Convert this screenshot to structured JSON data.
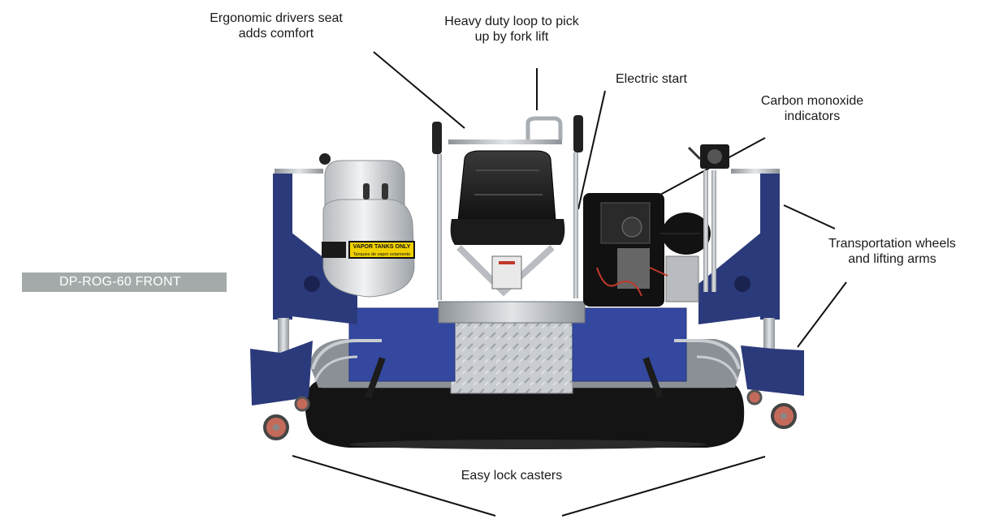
{
  "product_tag": "DP-ROG-60 FRONT",
  "callouts": {
    "seat": [
      "Ergonomic drivers seat",
      "adds comfort"
    ],
    "loop": [
      "Heavy duty loop to pick",
      "up by fork lift"
    ],
    "electric_start": "Electric start",
    "co_indicators": [
      "Carbon monoxide",
      "indicators"
    ],
    "wheels": [
      "Transportation wheels",
      "and lifting arms"
    ],
    "casters": "Easy lock casters"
  },
  "tank_sticker": [
    "VAPOR TANKS ONLY",
    "Tanques de vapor solamente"
  ],
  "colors": {
    "frame_blue": "#2b3a7a",
    "tag_gray": "#a4aaa9",
    "steel": "#b9bdc1",
    "deck_black": "#141414"
  }
}
